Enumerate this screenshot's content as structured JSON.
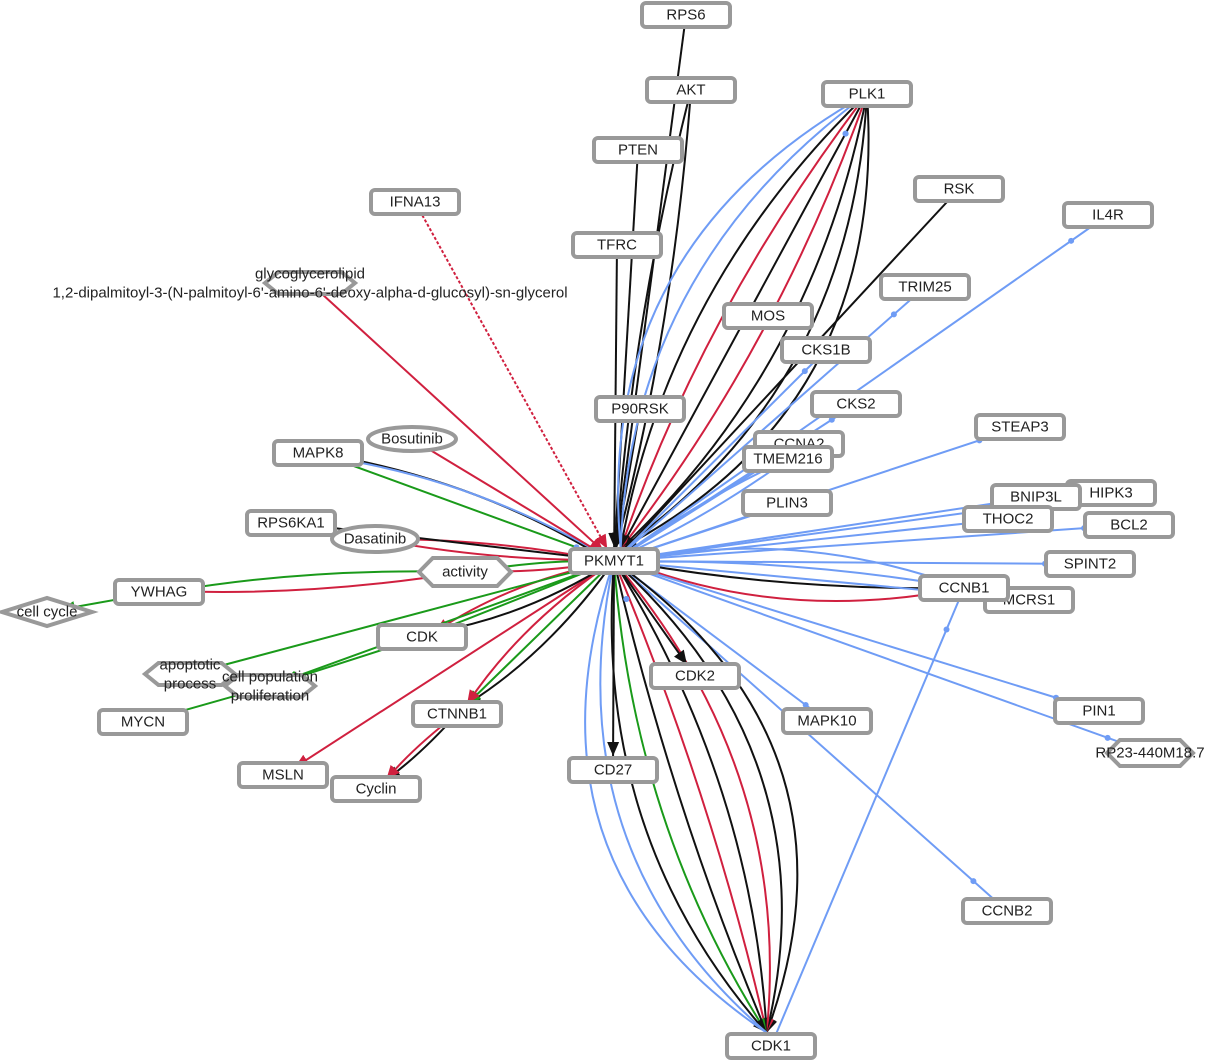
{
  "graph": {
    "center": "PKMYT1",
    "colors": {
      "k": "#111111",
      "r": "#d0203f",
      "g": "#1a9a1a",
      "b": "#6f9cf5"
    },
    "nodes": {
      "RPS6": {
        "label": "RPS6",
        "shape": "rect"
      },
      "AKT": {
        "label": "AKT",
        "shape": "rect"
      },
      "PLK1": {
        "label": "PLK1",
        "shape": "rect"
      },
      "PTEN": {
        "label": "PTEN",
        "shape": "rect"
      },
      "IFNA13": {
        "label": "IFNA13",
        "shape": "rect"
      },
      "RSK": {
        "label": "RSK",
        "shape": "rect"
      },
      "IL4R": {
        "label": "IL4R",
        "shape": "rect"
      },
      "TFRC": {
        "label": "TFRC",
        "shape": "rect"
      },
      "GLYCO": {
        "label": "glycoglycerolipid",
        "label2": "1,2-dipalmitoyl-3-(N-palmitoyl-6'-amino-6'-deoxy-alpha-d-glucosyl)-sn-glycerol",
        "shape": "hex"
      },
      "TRIM25": {
        "label": "TRIM25",
        "shape": "rect"
      },
      "MOS": {
        "label": "MOS",
        "shape": "rect"
      },
      "CKS1B": {
        "label": "CKS1B",
        "shape": "rect"
      },
      "P90RSK": {
        "label": "P90RSK",
        "shape": "rect"
      },
      "CKS2": {
        "label": "CKS2",
        "shape": "rect"
      },
      "STEAP3": {
        "label": "STEAP3",
        "shape": "rect"
      },
      "MAPK8": {
        "label": "MAPK8",
        "shape": "rect"
      },
      "Bosutinib": {
        "label": "Bosutinib",
        "shape": "ellipse"
      },
      "CCNA2": {
        "label": "CCNA2",
        "shape": "rect"
      },
      "TMEM216": {
        "label": "TMEM216",
        "shape": "rect"
      },
      "PLIN3": {
        "label": "PLIN3",
        "shape": "rect"
      },
      "HIPK3": {
        "label": "HIPK3",
        "shape": "rect"
      },
      "BNIP3L": {
        "label": "BNIP3L",
        "shape": "rect"
      },
      "RPS6KA1": {
        "label": "RPS6KA1",
        "shape": "rect"
      },
      "Dasatinib": {
        "label": "Dasatinib",
        "shape": "ellipse"
      },
      "THOC2": {
        "label": "THOC2",
        "shape": "rect"
      },
      "BCL2": {
        "label": "BCL2",
        "shape": "rect"
      },
      "PKMYT1": {
        "label": "PKMYT1",
        "shape": "rect"
      },
      "SPINT2": {
        "label": "SPINT2",
        "shape": "rect"
      },
      "activity": {
        "label": "activity",
        "shape": "hex"
      },
      "YWHAG": {
        "label": "YWHAG",
        "shape": "rect"
      },
      "MCRS1": {
        "label": "MCRS1",
        "shape": "rect"
      },
      "CCNB1": {
        "label": "CCNB1",
        "shape": "rect"
      },
      "cellcycle": {
        "label": "cell cycle",
        "shape": "diamond"
      },
      "CDK": {
        "label": "CDK",
        "shape": "rect"
      },
      "apoptotic": {
        "label": "apoptotic",
        "label2": "process",
        "shape": "hex"
      },
      "cellpop": {
        "label": "cell population",
        "label2": "proliferation",
        "shape": "hex"
      },
      "CDK2": {
        "label": "CDK2",
        "shape": "rect"
      },
      "PIN1": {
        "label": "PIN1",
        "shape": "rect"
      },
      "MAPK10": {
        "label": "MAPK10",
        "shape": "rect"
      },
      "MYCN": {
        "label": "MYCN",
        "shape": "rect"
      },
      "CTNNB1": {
        "label": "CTNNB1",
        "shape": "rect"
      },
      "RP23": {
        "label": "RP23-440M18.7",
        "shape": "hex"
      },
      "MSLN": {
        "label": "MSLN",
        "shape": "rect"
      },
      "CD27": {
        "label": "CD27",
        "shape": "rect"
      },
      "Cyclin": {
        "label": "Cyclin",
        "shape": "rect"
      },
      "CCNB2": {
        "label": "CCNB2",
        "shape": "rect"
      },
      "CDK1": {
        "label": "CDK1",
        "shape": "rect"
      }
    },
    "edges": [
      [
        "RPS6",
        "PKMYT1",
        "k"
      ],
      [
        "AKT",
        "PKMYT1",
        "k"
      ],
      [
        "AKT",
        "PKMYT1",
        "k"
      ],
      [
        "PTEN",
        "PKMYT1",
        "k"
      ],
      [
        "TFRC",
        "PKMYT1",
        "k"
      ],
      [
        "P90RSK",
        "PKMYT1",
        "k"
      ],
      [
        "PLK1",
        "PKMYT1",
        "k"
      ],
      [
        "PLK1",
        "PKMYT1",
        "k"
      ],
      [
        "PLK1",
        "PKMYT1",
        "k"
      ],
      [
        "PLK1",
        "PKMYT1",
        "r"
      ],
      [
        "PLK1",
        "PKMYT1",
        "k"
      ],
      [
        "PLK1",
        "PKMYT1",
        "r"
      ],
      [
        "PLK1",
        "PKMYT1",
        "k"
      ],
      [
        "PLK1",
        "PKMYT1",
        "b"
      ],
      [
        "PLK1",
        "PKMYT1",
        "b"
      ],
      [
        "RSK",
        "PKMYT1",
        "k"
      ],
      [
        "IL4R",
        "PKMYT1",
        "b"
      ],
      [
        "TRIM25",
        "PKMYT1",
        "b"
      ],
      [
        "CKS1B",
        "PKMYT1",
        "b"
      ],
      [
        "CKS2",
        "PKMYT1",
        "b"
      ],
      [
        "CCNA2",
        "PKMYT1",
        "b"
      ],
      [
        "TMEM216",
        "PKMYT1",
        "b"
      ],
      [
        "TMEM216",
        "PKMYT1",
        "b"
      ],
      [
        "PLIN3",
        "PKMYT1",
        "b"
      ],
      [
        "STEAP3",
        "PKMYT1",
        "b"
      ],
      [
        "BNIP3L",
        "PKMYT1",
        "b"
      ],
      [
        "HIPK3",
        "PKMYT1",
        "b"
      ],
      [
        "THOC2",
        "PKMYT1",
        "b"
      ],
      [
        "BCL2",
        "PKMYT1",
        "b"
      ],
      [
        "SPINT2",
        "PKMYT1",
        "b"
      ],
      [
        "CCNB1",
        "PKMYT1",
        "r"
      ],
      [
        "CCNB1",
        "PKMYT1",
        "k"
      ],
      [
        "CCNB1",
        "PKMYT1",
        "b"
      ],
      [
        "CCNB1",
        "PKMYT1",
        "b"
      ],
      [
        "MCRS1",
        "PKMYT1",
        "b"
      ],
      [
        "PIN1",
        "PKMYT1",
        "b"
      ],
      [
        "RP23",
        "PKMYT1",
        "b"
      ],
      [
        "MAPK10",
        "PKMYT1",
        "b"
      ],
      [
        "CCNB2",
        "PKMYT1",
        "b"
      ],
      [
        "CCNB1",
        "CDK1",
        "b"
      ],
      [
        "PKMYT1",
        "CDK1",
        "k"
      ],
      [
        "PKMYT1",
        "CDK1",
        "k"
      ],
      [
        "PKMYT1",
        "CDK1",
        "r"
      ],
      [
        "PKMYT1",
        "CDK1",
        "k"
      ],
      [
        "PKMYT1",
        "CDK1",
        "r"
      ],
      [
        "PKMYT1",
        "CDK1",
        "k"
      ],
      [
        "PKMYT1",
        "CDK1",
        "g"
      ],
      [
        "PKMYT1",
        "CDK1",
        "k"
      ],
      [
        "PKMYT1",
        "CDK1",
        "b"
      ],
      [
        "PKMYT1",
        "CDK1",
        "b"
      ],
      [
        "PKMYT1",
        "CDK2",
        "k"
      ],
      [
        "PKMYT1",
        "CD27",
        "k"
      ],
      [
        "PKMYT1",
        "CTNNB1",
        "k"
      ],
      [
        "PKMYT1",
        "CTNNB1",
        "g"
      ],
      [
        "PKMYT1",
        "CTNNB1",
        "r"
      ],
      [
        "CTNNB1",
        "Cyclin",
        "k"
      ],
      [
        "CTNNB1",
        "Cyclin",
        "r"
      ],
      [
        "PKMYT1",
        "MSLN",
        "r"
      ],
      [
        "PKMYT1",
        "CDK",
        "k"
      ],
      [
        "PKMYT1",
        "CDK",
        "g"
      ],
      [
        "PKMYT1",
        "CDK",
        "r"
      ],
      [
        "PKMYT1",
        "cellpop",
        "g"
      ],
      [
        "CDK",
        "cellpop",
        "g"
      ],
      [
        "PKMYT1",
        "apoptotic",
        "g"
      ],
      [
        "cellpop",
        "MYCN",
        "g"
      ],
      [
        "PKMYT1",
        "activity",
        "r"
      ],
      [
        "PKMYT1",
        "activity",
        "g"
      ],
      [
        "activity",
        "YWHAG",
        "r"
      ],
      [
        "activity",
        "YWHAG",
        "g"
      ],
      [
        "YWHAG",
        "cellcycle",
        "g"
      ],
      [
        "Dasatinib",
        "PKMYT1",
        "r"
      ],
      [
        "Dasatinib",
        "PKMYT1",
        "r"
      ],
      [
        "RPS6KA1",
        "PKMYT1",
        "k"
      ],
      [
        "MAPK8",
        "PKMYT1",
        "k"
      ],
      [
        "MAPK8",
        "PKMYT1",
        "g"
      ],
      [
        "PKMYT1",
        "MAPK8",
        "b"
      ],
      [
        "Bosutinib",
        "PKMYT1",
        "r"
      ],
      [
        "GLYCO",
        "PKMYT1",
        "r"
      ],
      [
        "IFNA13",
        "PKMYT1",
        "rd"
      ]
    ]
  }
}
